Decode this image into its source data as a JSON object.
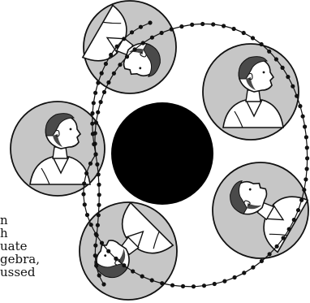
{
  "figure": {
    "colors": {
      "portrait_fill": "#c6c6c6",
      "outline": "#111111",
      "center_disk": "#000000",
      "dots": "#111111"
    },
    "portraits": [
      {
        "name": "portrait-top",
        "icon": "man-in-profile-icon",
        "rotation_deg": 120
      },
      {
        "name": "portrait-upper-right",
        "icon": "man-in-profile-icon",
        "rotation_deg": 0
      },
      {
        "name": "portrait-lower-right",
        "icon": "man-in-profile-icon",
        "rotation_deg": -60
      },
      {
        "name": "portrait-bottom",
        "icon": "man-in-profile-icon",
        "rotation_deg": 225
      },
      {
        "name": "portrait-left",
        "icon": "man-in-profile-icon",
        "rotation_deg": 0
      }
    ]
  },
  "text_fragments": [
    "n",
    "h",
    "uate",
    "gebra,",
    "ussed"
  ]
}
